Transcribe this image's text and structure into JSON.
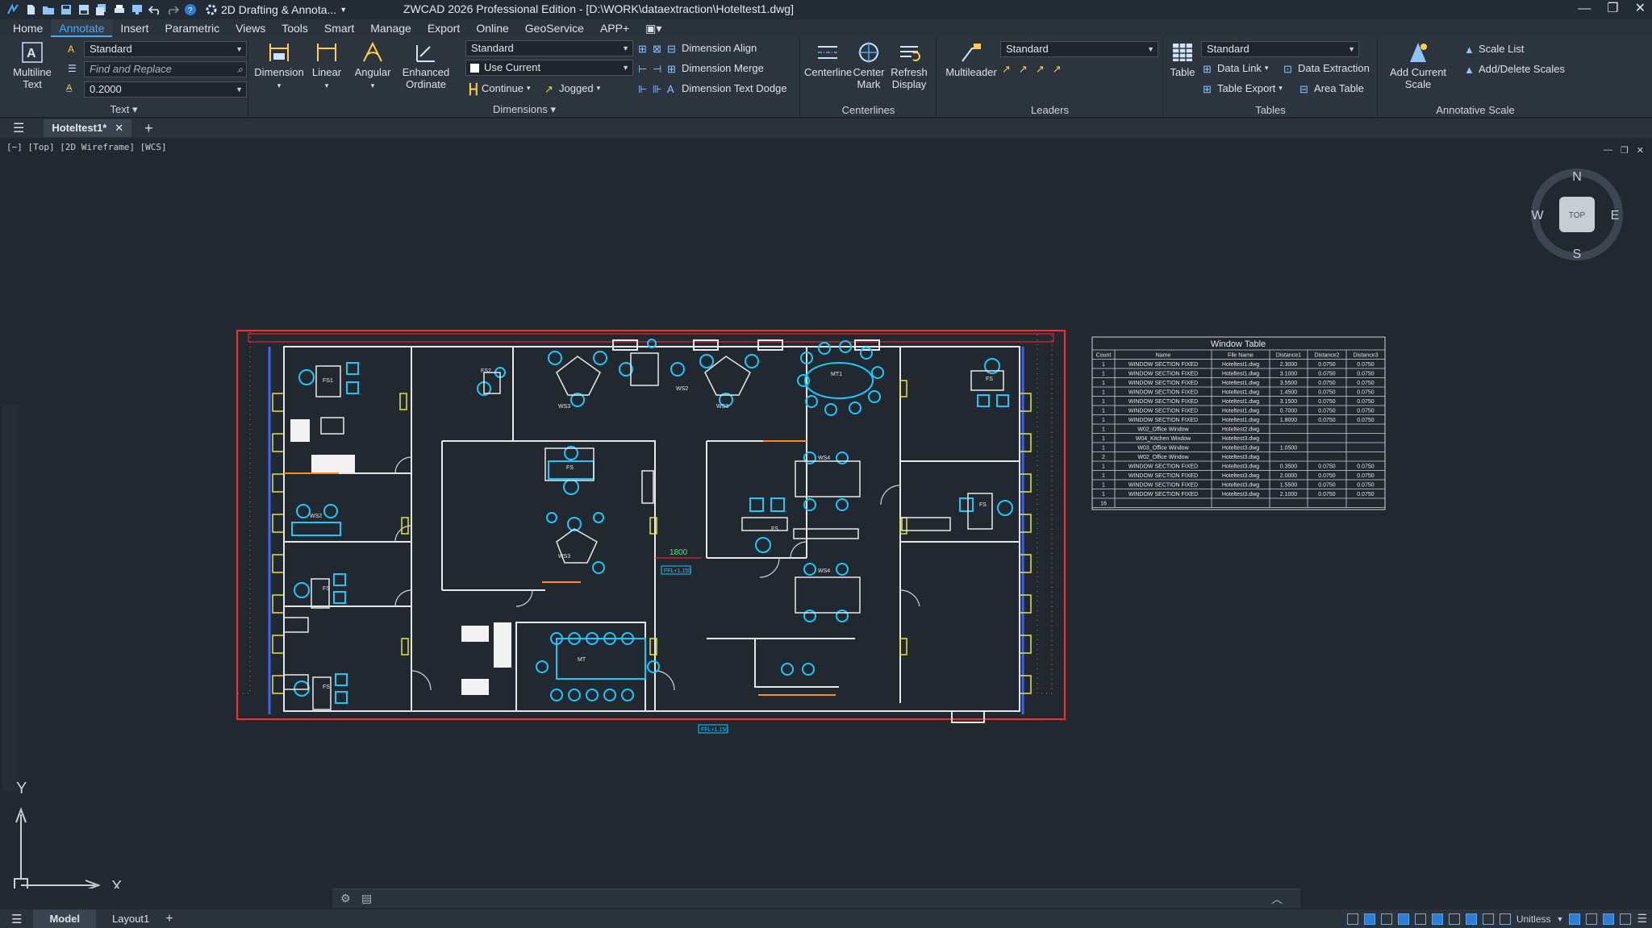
{
  "window": {
    "title": "ZWCAD 2026 Professional Edition - [D:\\WORK\\dataextraction\\Hoteltest1.dwg]",
    "workspace": "2D Drafting & Annota...",
    "controls": [
      "—",
      "❐",
      "✕"
    ]
  },
  "menu": [
    "Home",
    "Annotate",
    "Insert",
    "Parametric",
    "Views",
    "Tools",
    "Smart",
    "Manage",
    "Export",
    "Online",
    "GeoService",
    "APP+"
  ],
  "menu_active": "Annotate",
  "ribbon": {
    "text_panel": {
      "title": "Text",
      "multiline_text": "Multiline Text",
      "text_style": "Standard",
      "find_placeholder": "Find and Replace",
      "text_height": "0.2000"
    },
    "dimensions_panel": {
      "title": "Dimensions",
      "dimension": "Dimension",
      "linear": "Linear",
      "angular": "Angular",
      "enhanced_ordinate": "Enhanced Ordinate",
      "dim_style": "Standard",
      "layer": "Use Current",
      "continue": "Continue",
      "jogged": "Jogged",
      "dimension_align": "Dimension Align",
      "dimension_merge": "Dimension Merge",
      "dimension_text_dodge": "Dimension Text Dodge"
    },
    "centerlines_panel": {
      "title": "Centerlines",
      "centerline": "Centerline",
      "center_mark": "Center Mark",
      "refresh_display": "Refresh Display"
    },
    "leaders_panel": {
      "title": "Leaders",
      "multileader": "Multileader",
      "leader_style": "Standard"
    },
    "tables_panel": {
      "title": "Tables",
      "table": "Table",
      "table_style": "Standard",
      "data_link": "Data Link",
      "data_extraction": "Data Extraction",
      "table_export": "Table Export",
      "area_table": "Area Table"
    },
    "annotative_panel": {
      "title": "Annotative Scale",
      "add_current_scale": "Add Current Scale",
      "scale_list": "Scale List",
      "add_delete_scales": "Add/Delete Scales"
    }
  },
  "doc_tab": "Hoteltest1*",
  "view_label": "[−] [Top] [2D Wireframe] [WCS]",
  "viewcube": {
    "n": "N",
    "s": "S",
    "e": "E",
    "w": "W",
    "face": "TOP"
  },
  "ucs": {
    "x": "X",
    "y": "Y"
  },
  "window_table": {
    "title": "Window Table",
    "headers": [
      "Count",
      "Name",
      "File Name",
      "Distance1",
      "Distance2",
      "Distance3"
    ],
    "rows": [
      [
        "1",
        "WINDOW SECTION FIXED",
        "Hoteltest1.dwg",
        "2.3000",
        "0.0750",
        "0.0750"
      ],
      [
        "1",
        "WINDOW SECTION FIXED",
        "Hoteltest1.dwg",
        "3.1000",
        "0.0750",
        "0.0750"
      ],
      [
        "1",
        "WINDOW SECTION FIXED",
        "Hoteltest1.dwg",
        "3.5500",
        "0.0750",
        "0.0750"
      ],
      [
        "1",
        "WINDOW SECTION FIXED",
        "Hoteltest1.dwg",
        "1.4500",
        "0.0750",
        "0.0750"
      ],
      [
        "1",
        "WINDOW SECTION FIXED",
        "Hoteltest1.dwg",
        "3.1500",
        "0.0750",
        "0.0750"
      ],
      [
        "1",
        "WINDOW SECTION FIXED",
        "Hoteltest1.dwg",
        "0.7000",
        "0.0750",
        "0.0750"
      ],
      [
        "1",
        "WINDOW SECTION FIXED",
        "Hoteltest1.dwg",
        "1.8000",
        "0.0750",
        "0.0750"
      ],
      [
        "1",
        "W02_Office Window",
        "Hoteltest2.dwg",
        "",
        "",
        ""
      ],
      [
        "1",
        "W04_Kitchen Window",
        "Hoteltest3.dwg",
        "",
        "",
        ""
      ],
      [
        "1",
        "W03_Office Window",
        "Hoteltest3.dwg",
        "1.0500",
        "",
        ""
      ],
      [
        "2",
        "W02_Office Window",
        "Hoteltest3.dwg",
        "",
        "",
        ""
      ],
      [
        "1",
        "WINDOW SECTION FIXED",
        "Hoteltest3.dwg",
        "0.3500",
        "0.0750",
        "0.0750"
      ],
      [
        "1",
        "WINDOW SECTION FIXED",
        "Hoteltest3.dwg",
        "2.0000",
        "0.0750",
        "0.0750"
      ],
      [
        "1",
        "WINDOW SECTION FIXED",
        "Hoteltest3.dwg",
        "1.5500",
        "0.0750",
        "0.0750"
      ],
      [
        "1",
        "WINDOW SECTION FIXED",
        "Hoteltest3.dwg",
        "2.1000",
        "0.0750",
        "0.0750"
      ],
      [
        "16",
        "",
        "",
        "",
        "",
        ""
      ]
    ]
  },
  "plan_labels": {
    "fs": "FS",
    "fs1": "FS1",
    "fs2": "FS2",
    "ws2": "WS2",
    "ws3": "WS3",
    "ws4": "WS4",
    "mt": "MT",
    "mt1": "MT1",
    "dim1800": "1800",
    "level": "FFL+1.150",
    "level2": "FFL+1.150"
  },
  "status": {
    "model": "Model",
    "layout": "Layout1",
    "units": "Unitless"
  },
  "colors": {
    "accent": "#4aa8ff",
    "cyan_furniture": "#19c8ff",
    "wall": "#e8e8e8",
    "red_outline": "#ff2b2b",
    "yellow": "#e6e62a",
    "green_text": "#2bff5a"
  }
}
